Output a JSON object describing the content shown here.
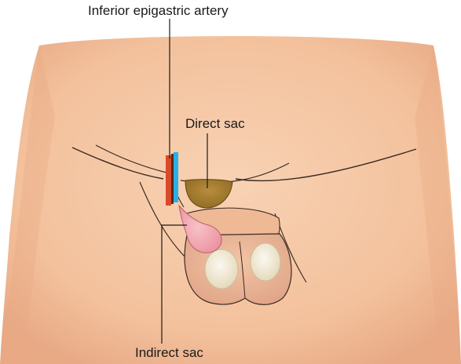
{
  "labels": {
    "inferior_epigastric_artery": "Inferior epigastric artery",
    "direct_sac": "Direct sac",
    "indirect_sac": "Indirect sac"
  },
  "colors": {
    "skin": "#f6c9a6",
    "skin_shadow": "#e9a985",
    "outline": "#3a2a22",
    "direct_sac": "#a9812f",
    "indirect_sac": "#f3a6b0",
    "artery": "#d94a2a",
    "vein": "#2ab0e6",
    "testis": "#efe6cf",
    "leader_line": "#1a1a1a"
  }
}
